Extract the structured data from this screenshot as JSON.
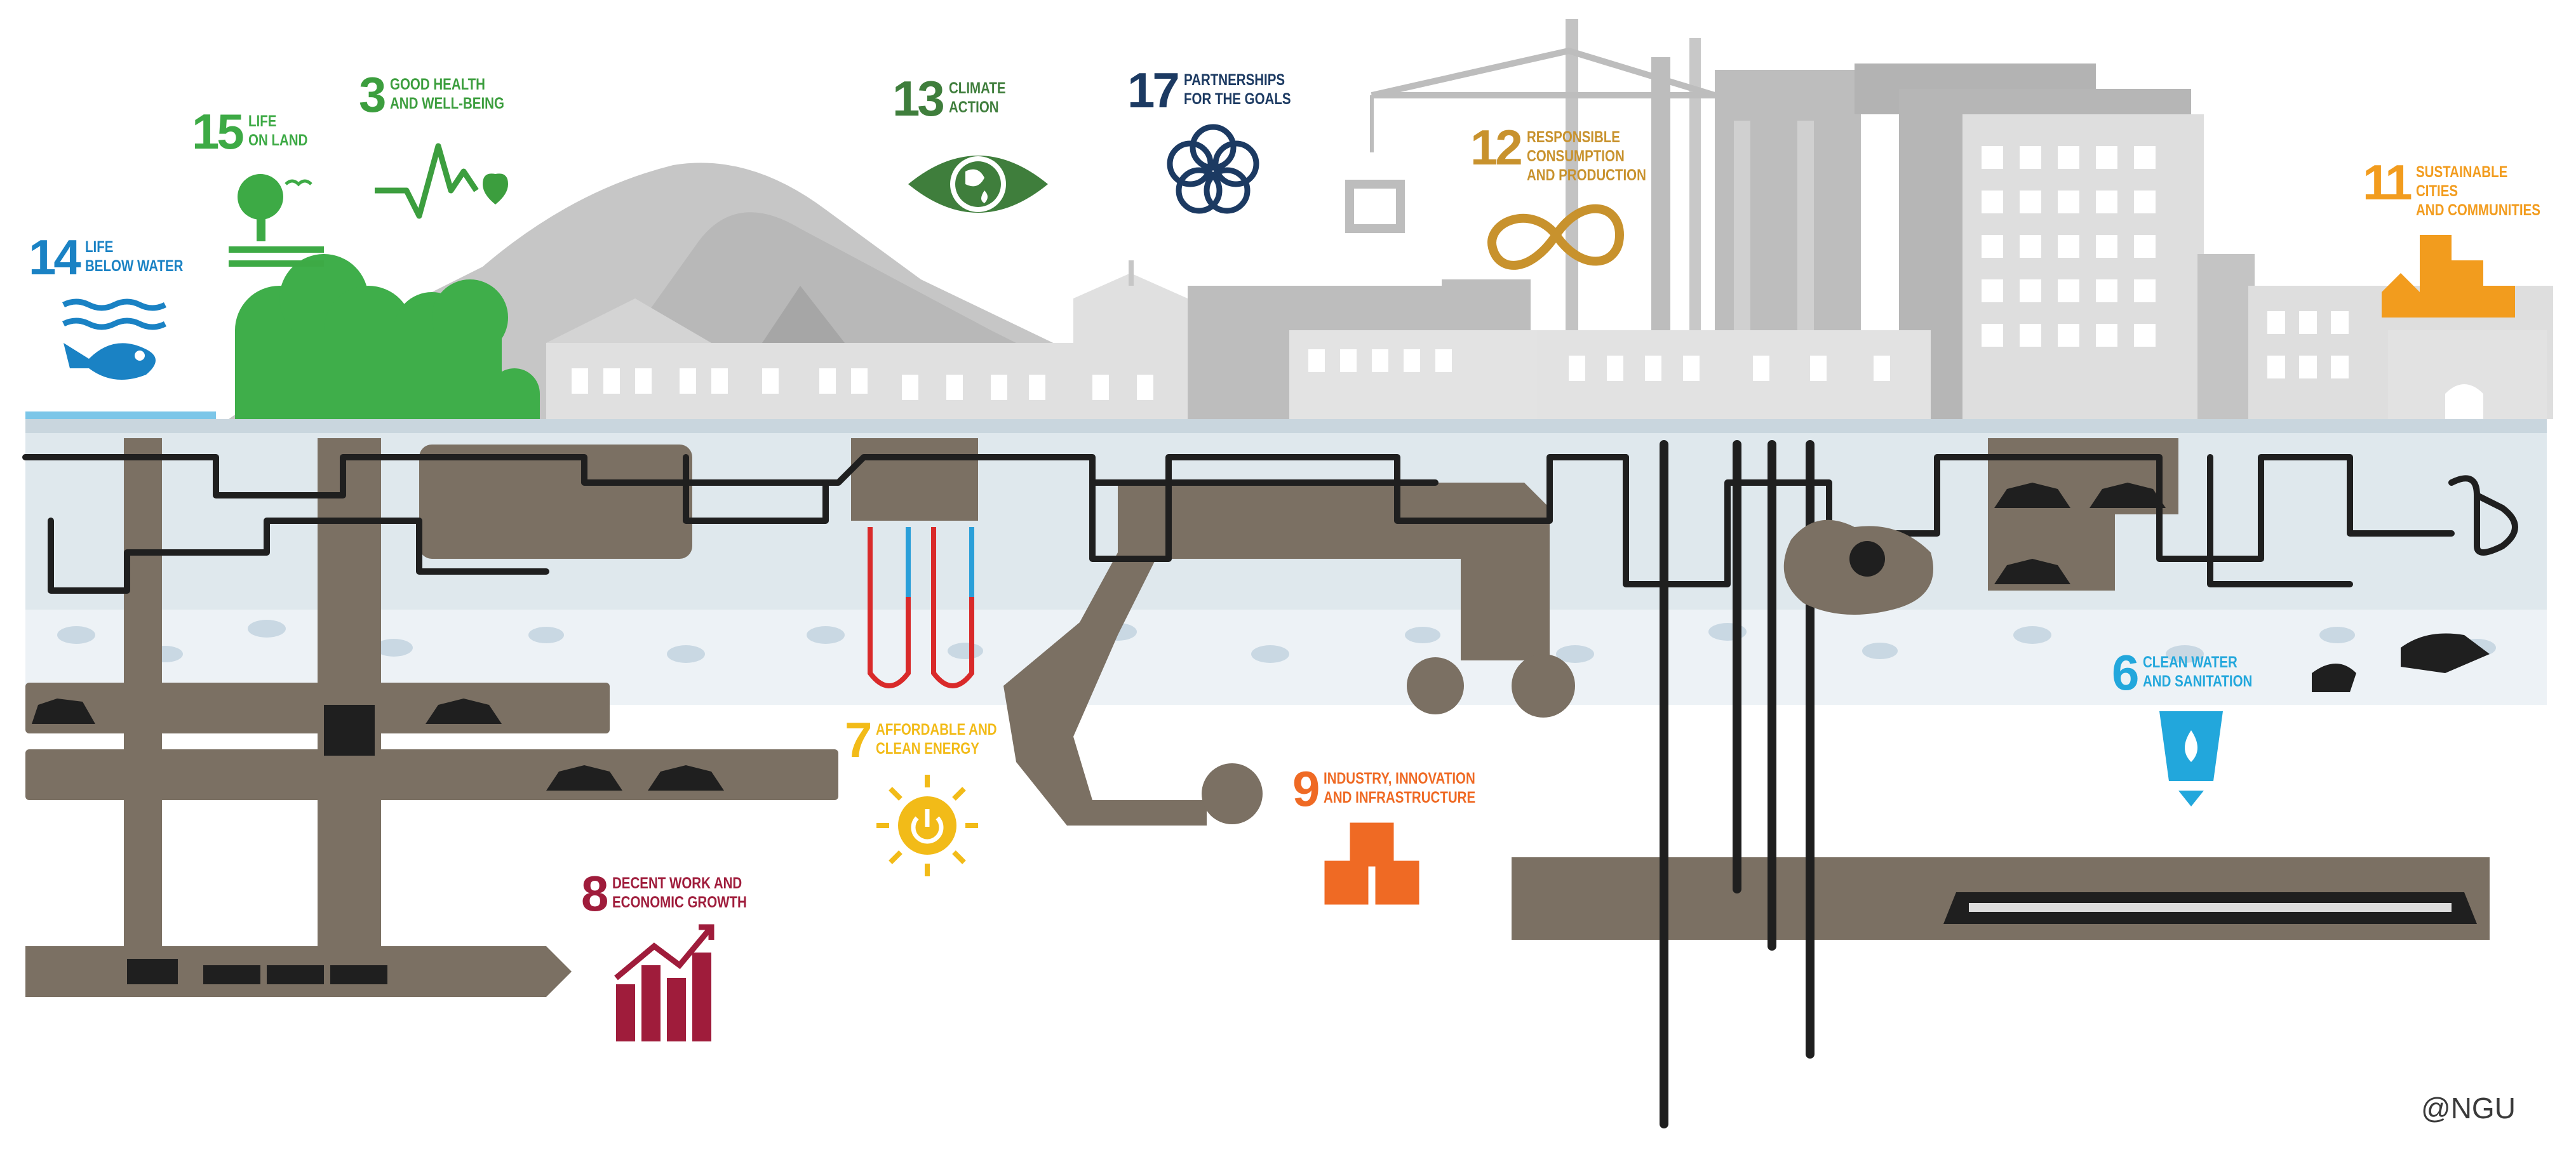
{
  "goals": [
    {
      "number": "14",
      "label": "LIFE\nBELOW WATER",
      "color": "#1a82c4",
      "icon": "fish-icon"
    },
    {
      "number": "15",
      "label": "LIFE\nON LAND",
      "color": "#3daa45",
      "icon": "tree-icon"
    },
    {
      "number": "3",
      "label": "GOOD HEALTH\nAND WELL-BEING",
      "color": "#3c9e3e",
      "icon": "heartbeat-icon"
    },
    {
      "number": "13",
      "label": "CLIMATE\nACTION",
      "color": "#3f7e3c",
      "icon": "eye-globe-icon"
    },
    {
      "number": "17",
      "label": "PARTNERSHIPS\nFOR THE GOALS",
      "color": "#1c3a62",
      "icon": "rings-icon"
    },
    {
      "number": "12",
      "label": "RESPONSIBLE\nCONSUMPTION\nAND PRODUCTION",
      "color": "#c8922d",
      "icon": "infinity-icon"
    },
    {
      "number": "11",
      "label": "SUSTAINABLE CITIES\nAND COMMUNITIES",
      "color": "#f29c1e",
      "icon": "buildings-icon"
    },
    {
      "number": "7",
      "label": "AFFORDABLE AND\nCLEAN ENERGY",
      "color": "#f2bb18",
      "icon": "sun-power-icon"
    },
    {
      "number": "9",
      "label": "INDUSTRY, INNOVATION\nAND INFRASTRUCTURE",
      "color": "#ef6a24",
      "icon": "cubes-icon"
    },
    {
      "number": "6",
      "label": "CLEAN WATER\nAND SANITATION",
      "color": "#22a7dc",
      "icon": "water-glass-icon"
    },
    {
      "number": "8",
      "label": "DECENT WORK AND\nECONOMIC GROWTH",
      "color": "#9f1c3b",
      "icon": "growth-chart-icon"
    }
  ],
  "credit": "@NGU",
  "colors": {
    "ground_line": "#c8d5dc",
    "soil_layer": "#dfe8ed",
    "gravel": "#c9d6e0",
    "tunnel": "#7b7063",
    "pipe": "#1f1f1f",
    "city": "#d9d9d9",
    "city_dark": "#bdbdbd",
    "mountain": "#c4c4c4",
    "forest": "#3fae4a",
    "hot_pipe": "#d92a2a",
    "cold_pipe": "#2a9fd9"
  }
}
